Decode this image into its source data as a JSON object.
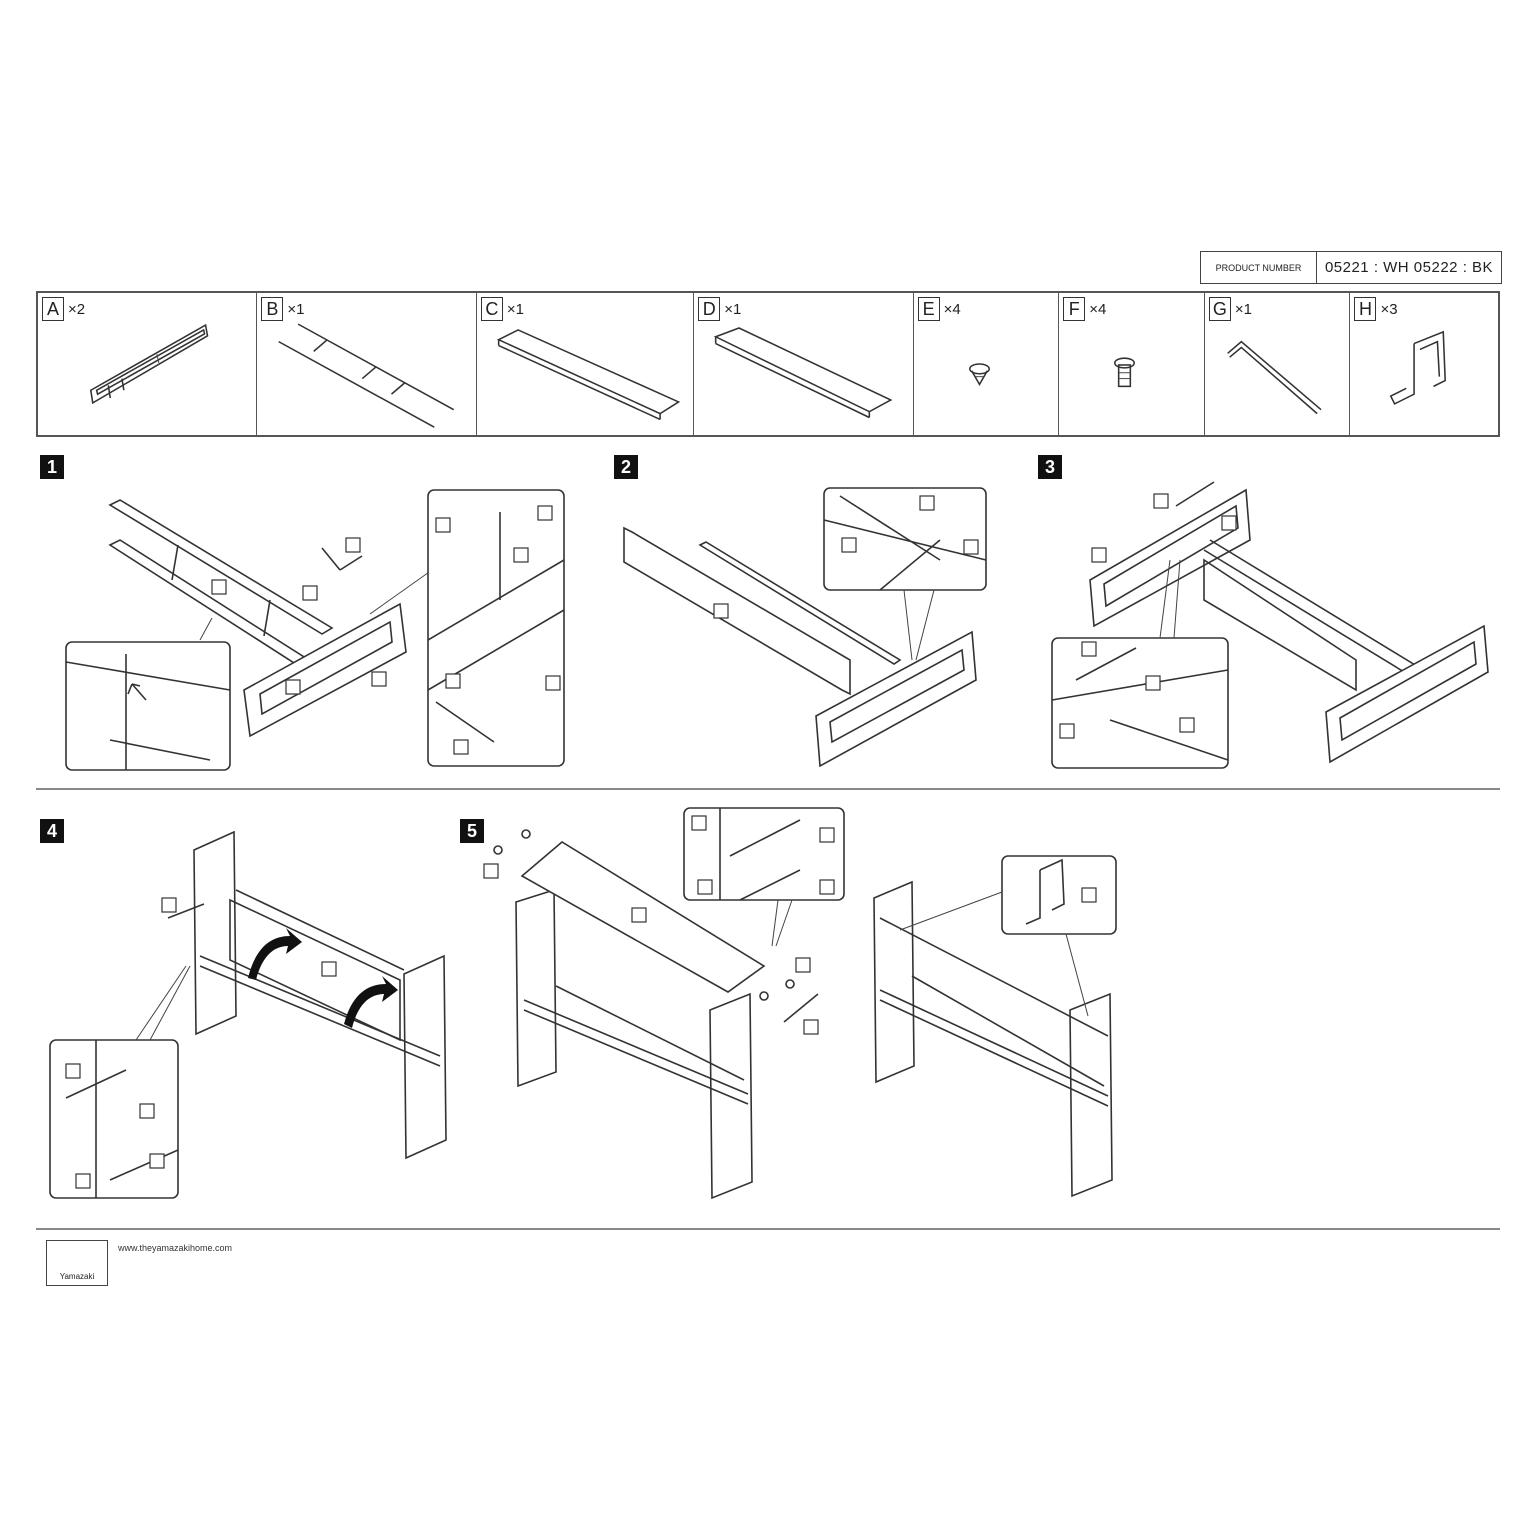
{
  "product": {
    "label": "PRODUCT NUMBER",
    "value": "05221 : WH  05222 : BK"
  },
  "parts": [
    {
      "letter": "A",
      "qty": "×2"
    },
    {
      "letter": "B",
      "qty": "×1"
    },
    {
      "letter": "C",
      "qty": "×1"
    },
    {
      "letter": "D",
      "qty": "×1"
    },
    {
      "letter": "E",
      "qty": "×4"
    },
    {
      "letter": "F",
      "qty": "×4"
    },
    {
      "letter": "G",
      "qty": "×1"
    },
    {
      "letter": "H",
      "qty": "×3"
    }
  ],
  "steps": [
    "1",
    "2",
    "3",
    "4",
    "5"
  ],
  "footer": {
    "logo": "Yamazaki",
    "url": "www.theyamazakihome.com"
  }
}
